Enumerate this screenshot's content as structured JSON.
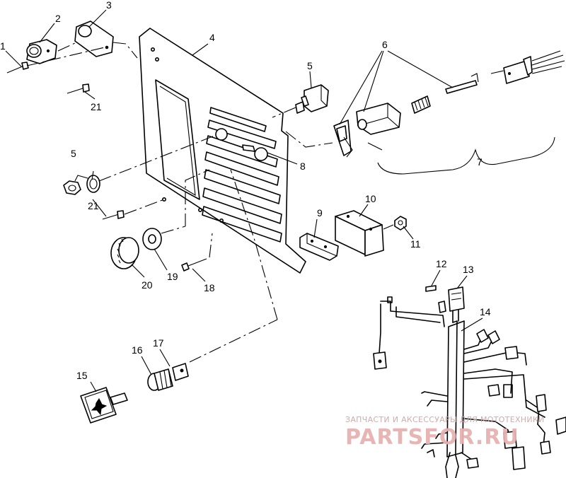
{
  "diagram": {
    "callouts": [
      "1",
      "2",
      "3",
      "4",
      "5",
      "6",
      "7",
      "8",
      "9",
      "10",
      "11",
      "12",
      "13",
      "14",
      "15",
      "16",
      "17",
      "18",
      "19",
      "20",
      "21"
    ],
    "watermark": {
      "line1": "ЗАПЧАСТИ И АКСЕССУАРЫ ДЛЯ МОТОТЕХНИКИ",
      "line2": "PARTSFOR.RU"
    },
    "colors": {
      "ink": "#000000",
      "watermark_text": "#c9a9a9",
      "watermark_logo": "#e7b2b2"
    }
  }
}
